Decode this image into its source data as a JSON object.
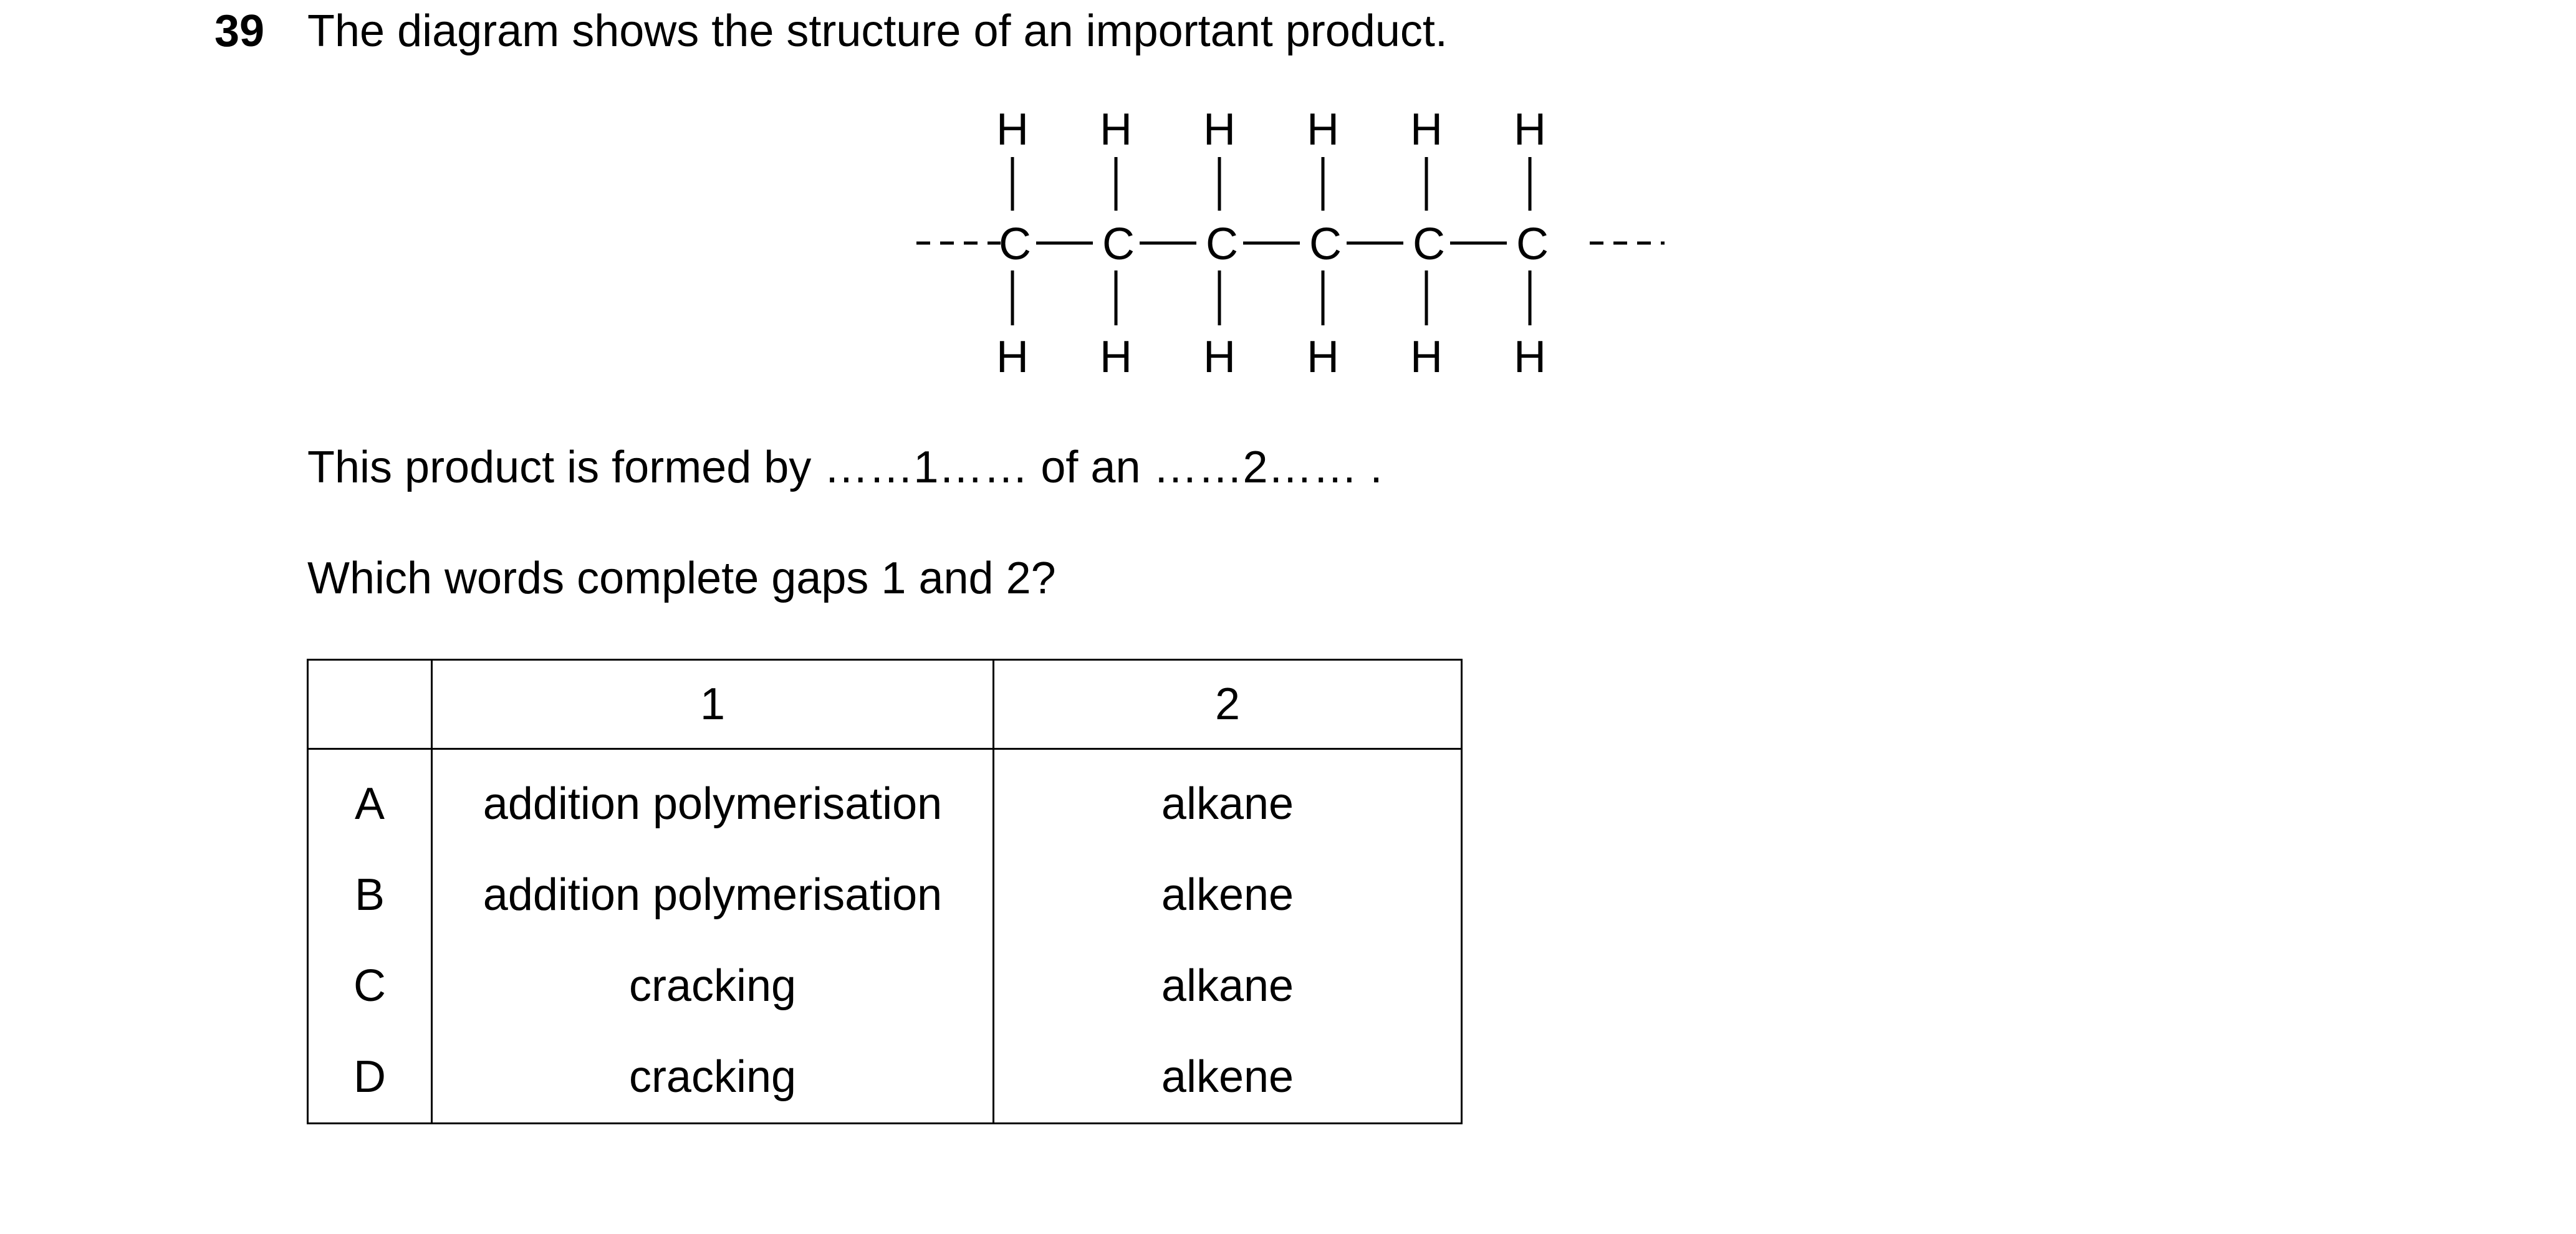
{
  "question": {
    "number": "39",
    "text": "The diagram shows the structure of an important product."
  },
  "structure": {
    "atom_top": "H",
    "atom_carbon": "C",
    "atom_bottom": "H"
  },
  "sentence": "This product is formed by ……1…… of an ……2…… .",
  "prompt": "Which words complete gaps 1 and 2?",
  "table": {
    "headers": [
      "",
      "1",
      "2"
    ],
    "rows": [
      {
        "letter": "A",
        "col1": "addition polymerisation",
        "col2": "alkane"
      },
      {
        "letter": "B",
        "col1": "addition polymerisation",
        "col2": "alkene"
      },
      {
        "letter": "C",
        "col1": "cracking",
        "col2": "alkane"
      },
      {
        "letter": "D",
        "col1": "cracking",
        "col2": "alkene"
      }
    ]
  }
}
